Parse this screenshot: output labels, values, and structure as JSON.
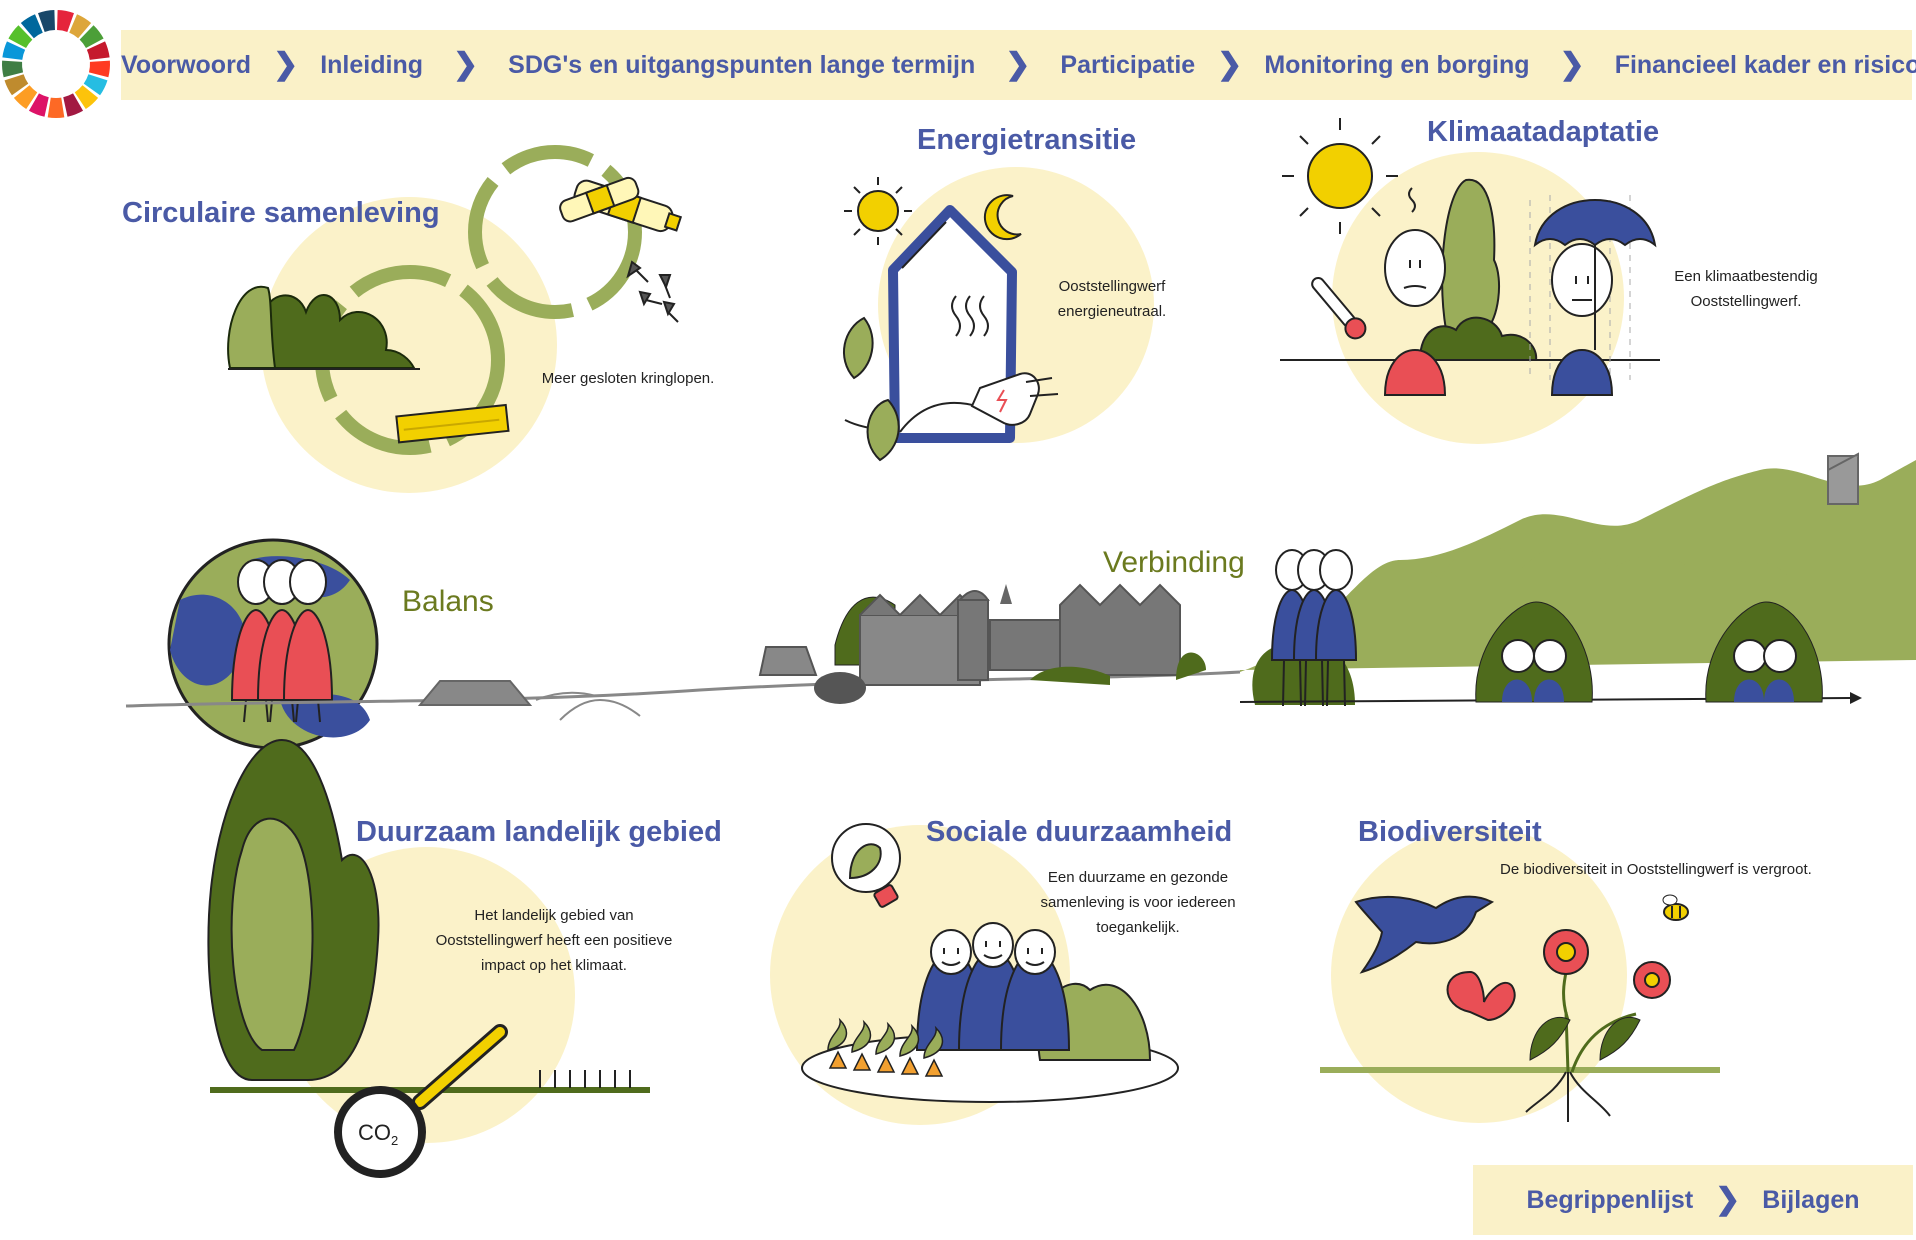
{
  "nav": {
    "items": [
      "Voorwoord",
      "Inleiding",
      "SDG's en uitgangspunten lange termijn",
      "Participatie",
      "Monitoring en borging",
      "Financieel kader en risico's"
    ]
  },
  "bottom_nav": {
    "items": [
      "Begrippenlijst",
      "Bijlagen"
    ]
  },
  "themes": {
    "circulair": {
      "title": "Circulaire samenleving",
      "caption": "Meer gesloten kringlopen."
    },
    "energie": {
      "title": "Energietransitie",
      "caption_l1": "Ooststellingwerf",
      "caption_l2": "energieneutraal."
    },
    "klimaat": {
      "title": "Klimaatadaptatie",
      "caption_l1": "Een klimaatbestendig",
      "caption_l2": "Ooststellingwerf."
    },
    "balans": {
      "title": "Balans"
    },
    "verbinding": {
      "title": "Verbinding"
    },
    "landelijk": {
      "title": "Duurzaam landelijk gebied",
      "caption_l1": "Het landelijk gebied van",
      "caption_l2": "Ooststellingwerf heeft een positieve",
      "caption_l3": "impact op het klimaat."
    },
    "sociaal": {
      "title": "Sociale duurzaamheid",
      "caption_l1": "Een duurzame en gezonde",
      "caption_l2": "samenleving is voor iedereen",
      "caption_l3": "toegankelijk."
    },
    "bio": {
      "title": "Biodiversiteit",
      "caption": "De biodiversiteit in Ooststellingwerf is vergroot."
    }
  },
  "co2_label": "CO",
  "co2_sub": "2",
  "colors": {
    "nav_bg": "#faf1c8",
    "accent_blue": "#4a5aa6",
    "accent_green": "#6b7a1f",
    "circle_bg": "#fbf2c9",
    "leaf": "#9aad5a",
    "dark_leaf": "#4f6b1c",
    "red": "#e94f55",
    "navy": "#3a4f9d",
    "yellow": "#f2d000"
  }
}
